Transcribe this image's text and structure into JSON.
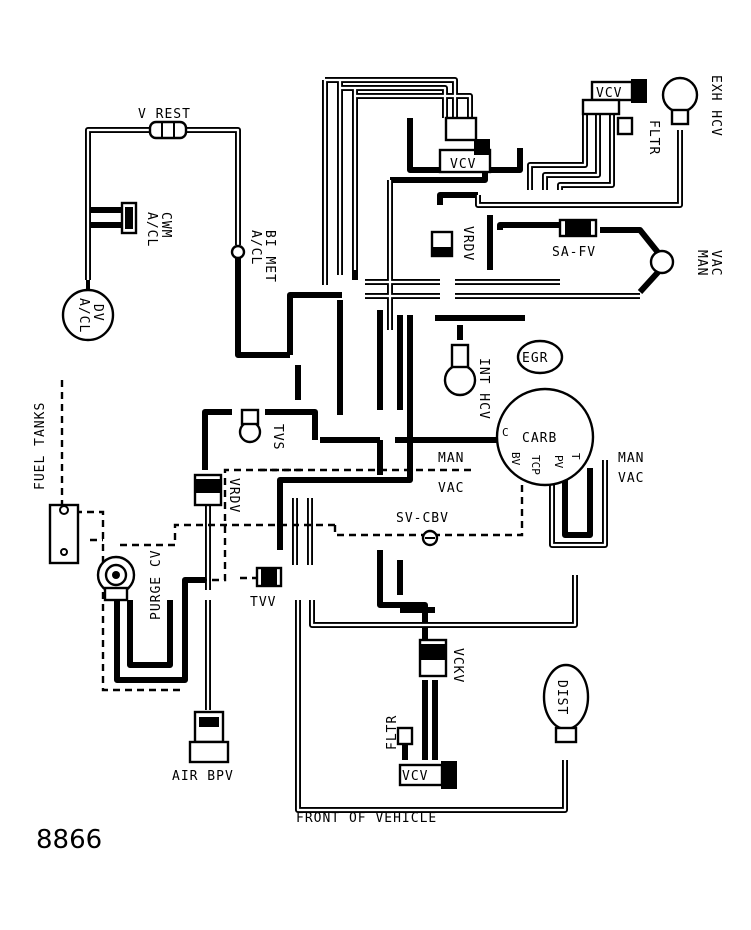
{
  "labels": {
    "v_rest": "V REST",
    "acl_cwm_1": "A/CL",
    "acl_cwm_2": "CWM",
    "acl_bimet_1": "A/CL",
    "acl_bimet_2": "BI MET",
    "acl_dv_1": "A/CL",
    "acl_dv_2": "DV",
    "vcv_top": "VCV",
    "vcv_right": "VCV",
    "fltr_top": "FLTR",
    "exh_hcv": "EXH HCV",
    "vrdv_top": "VRDV",
    "sa_fv": "SA-FV",
    "man_vac_top_1": "MAN",
    "man_vac_top_2": "VAC",
    "egr": "EGR",
    "int_hcv": "INT HCV",
    "carb": "CARB",
    "carb_port_c": "C",
    "carb_port_bv": "BV",
    "carb_port_tcp": "TCP",
    "carb_port_pv": "PV",
    "carb_port_t": "T",
    "man_vac_left_1": "MAN",
    "man_vac_left_2": "VAC",
    "man_vac_right_1": "MAN",
    "man_vac_right_2": "VAC",
    "fuel_tanks": "FUEL TANKS",
    "tvs": "TVS",
    "vrdv_left": "VRDV",
    "purge_cv": "PURGE CV",
    "tvv": "TVV",
    "sv_cbv": "SV-CBV",
    "vckv": "VCKV",
    "dist": "DIST",
    "fltr_bottom": "FLTR",
    "vcv_bottom": "VCV",
    "air_bpv": "AIR BPV",
    "front_of_vehicle": "FRONT OF VEHICLE",
    "figure_number": "8866"
  }
}
